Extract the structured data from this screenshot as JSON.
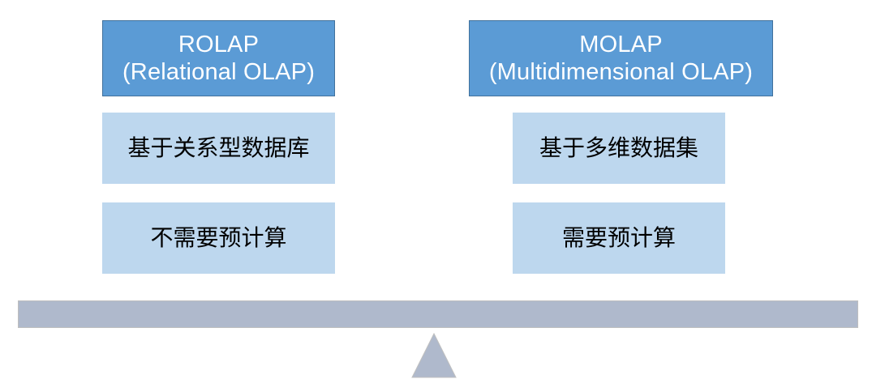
{
  "diagram": {
    "type": "balance-scale-comparison",
    "background_color": "#FFFFFF",
    "columns": [
      {
        "id": "rolap",
        "header": {
          "title": "ROLAP",
          "subtitle": "(Relational OLAP)",
          "fill_color": "#5B9BD5",
          "border_color": "#41719C",
          "text_color": "#FFFFFF"
        },
        "attributes": [
          {
            "label": "基于关系型数据库",
            "fill_color": "#BDD7EE",
            "text_color": "#000000"
          },
          {
            "label": "不需要预计算",
            "fill_color": "#BDD7EE",
            "text_color": "#000000"
          }
        ]
      },
      {
        "id": "molap",
        "header": {
          "title": "MOLAP",
          "subtitle": "(Multidimensional OLAP)",
          "fill_color": "#5B9BD5",
          "border_color": "#41719C",
          "text_color": "#FFFFFF"
        },
        "attributes": [
          {
            "label": "基于多维数据集",
            "fill_color": "#BDD7EE",
            "text_color": "#000000"
          },
          {
            "label": "需要预计算",
            "fill_color": "#BDD7EE",
            "text_color": "#000000"
          }
        ]
      }
    ],
    "balance": {
      "beam_name": "balance-beam",
      "beam_fill": "#AFB9CC",
      "beam_border": "#BFBFBF",
      "fulcrum_name": "balance-fulcrum-triangle",
      "fulcrum_fill": "#AFB9CC",
      "fulcrum_border": "#BFBFBF"
    }
  }
}
